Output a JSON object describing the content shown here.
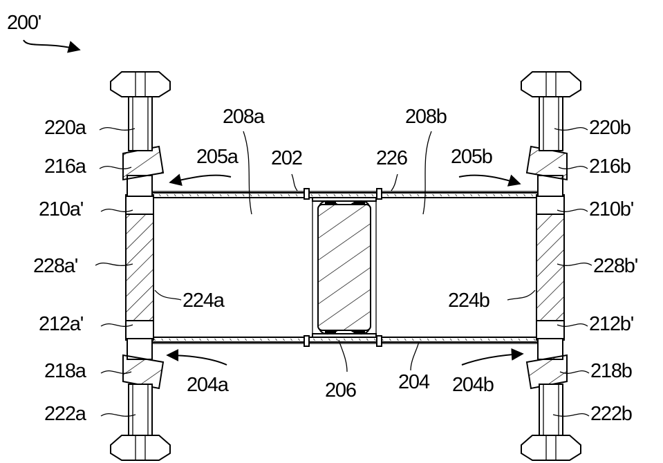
{
  "figure_label": "200'",
  "labels": {
    "l220a": "220a",
    "l216a": "216a",
    "l210a": "210a'",
    "l228a": "228a'",
    "l212a": "212a'",
    "l218a": "218a",
    "l222a": "222a",
    "l208a": "208a",
    "l205a": "205a",
    "l202": "202",
    "l226": "226",
    "l205b": "205b",
    "l208b": "208b",
    "l220b": "220b",
    "l216b": "216b",
    "l210b": "210b'",
    "l228b": "228b'",
    "l224a": "224a",
    "l224b": "224b",
    "l212b": "212b'",
    "l218b": "218b",
    "l222b": "222b",
    "l204a": "204a",
    "l206": "206",
    "l204": "204",
    "l204b": "204b"
  }
}
